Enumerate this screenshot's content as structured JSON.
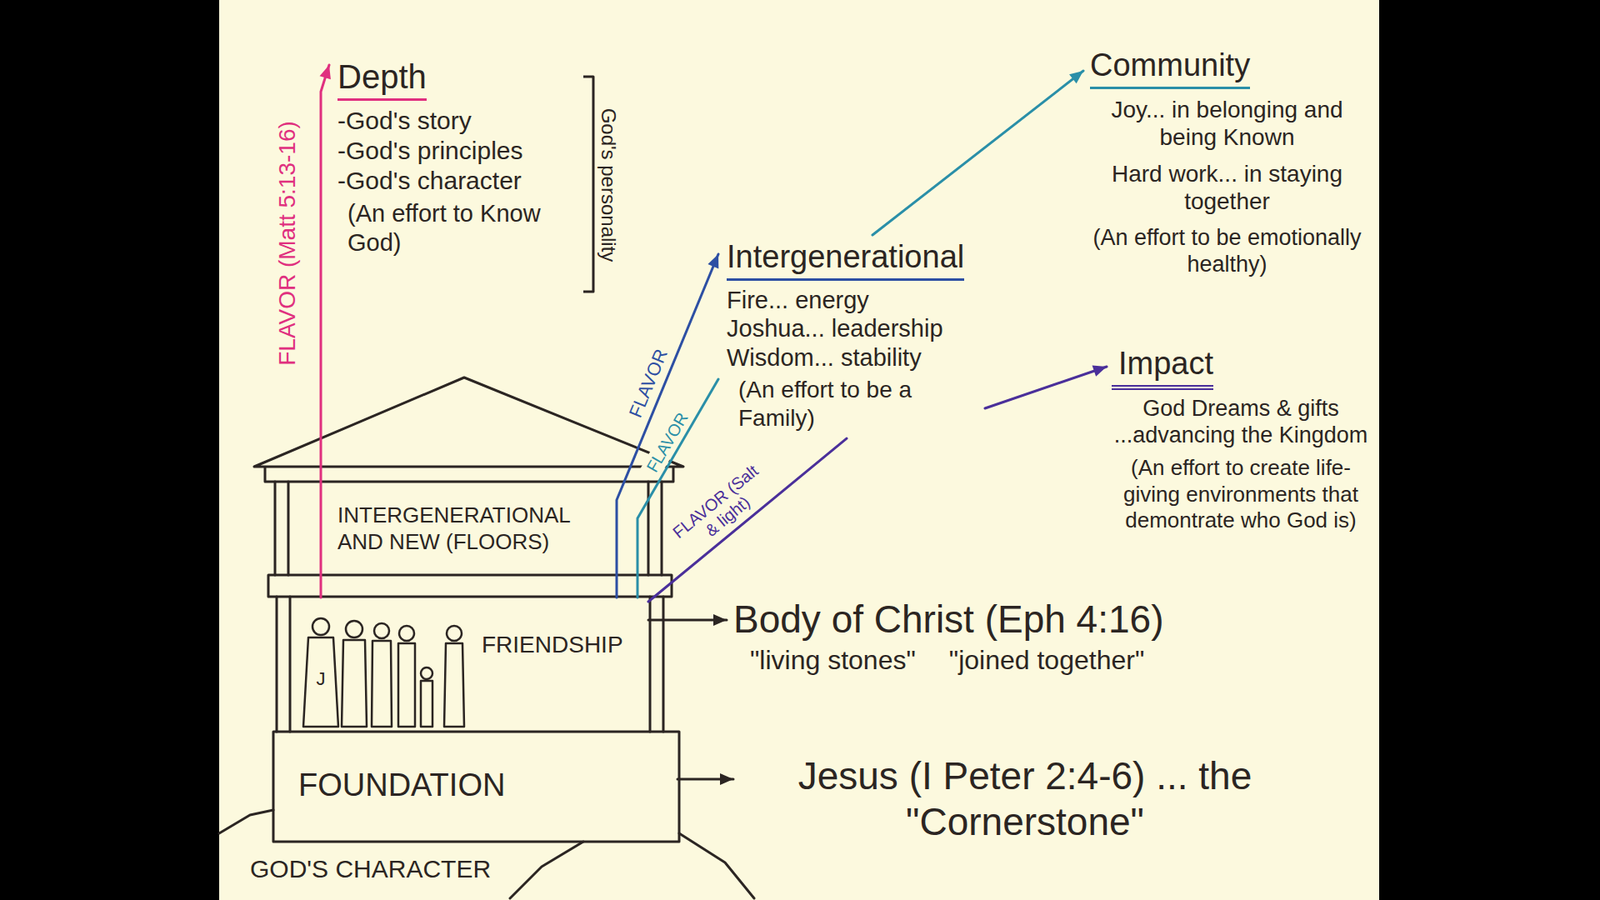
{
  "diagram": {
    "nodes": [
      {
        "text": [
          "Depth",
          "-God's story",
          "-God's principles",
          "-God's character",
          "(An effort to Know God)"
        ]
      },
      {
        "text": [
          "Community",
          "Joy... in belonging and being Known",
          "Hard work... in staying together",
          "(An effort to be emotionally healthy)"
        ]
      },
      {
        "text": [
          "Intergenerational",
          "Fire... energy",
          "Joshua... leadership",
          "Wisdom... stability",
          "(An effort to be a Family)"
        ]
      },
      {
        "text": [
          "Impact",
          "God Dreams & gifts ...advancing the Kingdom",
          "(An effort to create life-giving environments that demontrate who God is)"
        ]
      },
      {
        "text": [
          "INTERGENERATIONAL AND NEW (FLOORS)"
        ]
      },
      {
        "text": [
          "FRIENDSHIP"
        ]
      },
      {
        "text": [
          "Body of Christ (Eph 4:16)",
          "\"living stones\"",
          "\"joined together\""
        ]
      },
      {
        "text": [
          "FOUNDATION"
        ]
      },
      {
        "text": [
          "Jesus (I Peter 2:4-6) ... the \"Cornerstone\""
        ]
      }
    ],
    "edges": [
      {
        "from": 5,
        "to": 0,
        "label": "FLAVOR (Matt 5:13-16)",
        "arrow": "to"
      },
      {
        "from": 5,
        "to": 2,
        "label": "FLAVOR",
        "arrow": "to"
      },
      {
        "from": 5,
        "to": 2,
        "label": "FLAVOR",
        "arrow": "none"
      },
      {
        "from": 5,
        "to": 2,
        "label": "FLAVOR (Salt & light)",
        "arrow": "none"
      },
      {
        "from": 2,
        "to": 1,
        "arrow": "to"
      },
      {
        "from": 2,
        "to": 3,
        "arrow": "to"
      },
      {
        "from": 5,
        "to": 6,
        "arrow": "to"
      },
      {
        "from": 7,
        "to": 8,
        "arrow": "to"
      }
    ],
    "labels": [
      "God's personality",
      "GOD'S CHARACTER",
      "J"
    ]
  }
}
